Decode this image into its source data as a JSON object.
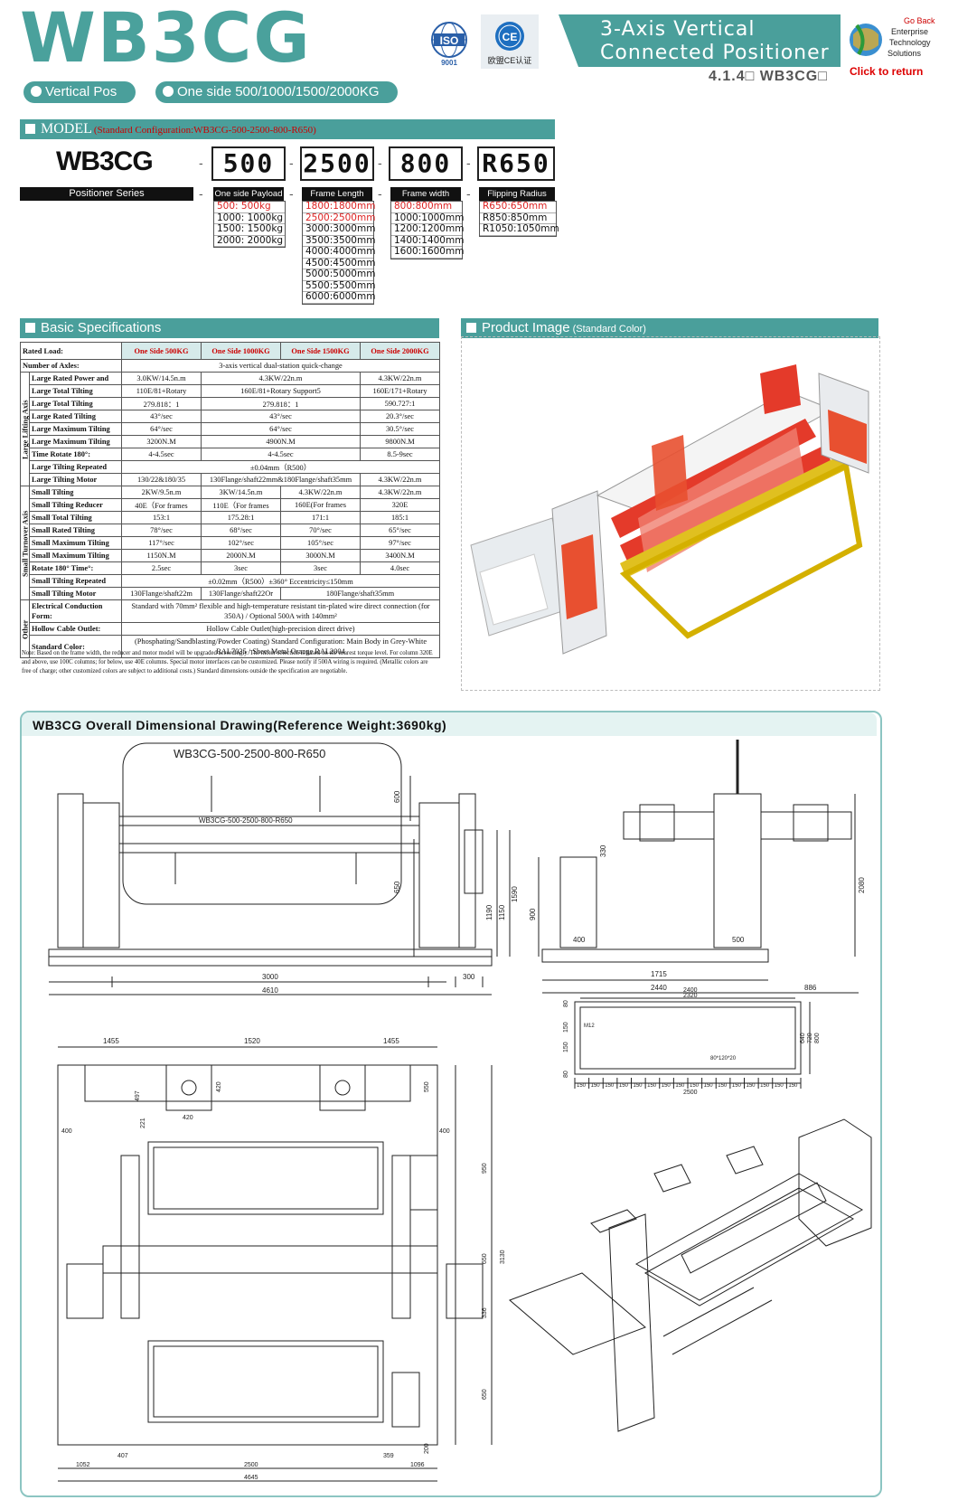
{
  "header": {
    "brand": "WB3CG",
    "pill_1": "Vertical Pos",
    "pill_2": "One side 500/1000/1500/2000KG",
    "iso_label": "ISO",
    "iso_number": "9001",
    "ce_label": "欧盟CE认证",
    "title_line_1": "3-Axis Vertical",
    "title_line_2": "Connected Positioner",
    "subtitle": "4.1.4□ WB3CG□",
    "logo_lines": [
      "Go Back",
      "Enterprise",
      "Technology",
      "Solutions"
    ],
    "return_link": "Click to return"
  },
  "model": {
    "section_label": "MODEL",
    "section_note": "(Standard Configuration:WB3CG-500-2500-800-R650)",
    "series_name": "WB3CG",
    "series_caption": "Positioner Series",
    "codes": [
      {
        "value": "500",
        "caption": "One side Payload",
        "options": [
          "500: 500kg",
          "1000: 1000kg",
          "1500: 1500kg",
          "2000: 2000kg"
        ],
        "selected": 0
      },
      {
        "value": "2500",
        "caption": "Frame Length",
        "options": [
          "1800:1800mm",
          "2500:2500mm",
          "3000:3000mm",
          "3500:3500mm",
          "4000:4000mm",
          "4500:4500mm",
          "5000:5000mm",
          "5500:5500mm",
          "6000:6000mm"
        ],
        "selected": 1
      },
      {
        "value": "800",
        "caption": "Frame width",
        "options": [
          "800:800mm",
          "1000:1000mm",
          "1200:1200mm",
          "1400:1400mm",
          "1600:1600mm"
        ],
        "selected": 0
      },
      {
        "value": "R650",
        "caption": "Flipping Radius",
        "options": [
          "R650:650mm",
          "R850:850mm",
          "R1050:1050mm"
        ],
        "selected": 0
      }
    ]
  },
  "specs": {
    "section_label": "Basic Specifications",
    "header": [
      "Rated Load:",
      "One Side 500KG",
      "One Side 1000KG",
      "One Side 1500KG",
      "One Side 2000KG"
    ],
    "axes_label": "Number of Axles:",
    "axes_value": "3-axis vertical dual-station quick-change",
    "group_large": "Large Lifting Axis",
    "group_small": "Small Turnover Axis",
    "group_other": "Other",
    "large_rows": [
      {
        "label": "Large Rated Power and",
        "cells": [
          "3.0KW/14.5n.m",
          "4.3KW/22n.m",
          "4.3KW/22n.m"
        ],
        "spans": [
          1,
          2,
          1
        ]
      },
      {
        "label": "Large Total Tilting",
        "cells": [
          "110E/81+Rotary",
          "160E/81+Rotary Support5",
          "160E/171+Rotary"
        ],
        "spans": [
          1,
          2,
          1
        ]
      },
      {
        "label": "Large Total Tilting",
        "cells": [
          "279.818：1",
          "279.818：1",
          "590.727:1"
        ],
        "spans": [
          1,
          2,
          1
        ]
      },
      {
        "label": "Large Rated Tilting",
        "cells": [
          "43°/sec",
          "43°/sec",
          "20.3°/sec"
        ],
        "spans": [
          1,
          2,
          1
        ]
      },
      {
        "label": "Large Maximum Tilting",
        "cells": [
          "64°/sec",
          "64°/sec",
          "30.5°/sec"
        ],
        "spans": [
          1,
          2,
          1
        ]
      },
      {
        "label": "Large Maximum Tilting",
        "cells": [
          "3200N.M",
          "4900N.M",
          "9800N.M"
        ],
        "spans": [
          1,
          2,
          1
        ]
      },
      {
        "label": "Time Rotate 180°:",
        "cells": [
          "4-4.5sec",
          "4-4.5sec",
          "8.5-9sec"
        ],
        "spans": [
          1,
          2,
          1
        ]
      },
      {
        "label": "Large Tilting Repeated",
        "cells": [
          "±0.04mm（R500）"
        ],
        "spans": [
          4
        ]
      },
      {
        "label": "Large Tilting Motor",
        "cells": [
          "130/22&180/35",
          "130Flange/shaft22mm&180Flange/shaft35mm",
          "4.3KW/22n.m"
        ],
        "spans": [
          1,
          2,
          1
        ]
      }
    ],
    "small_rows": [
      {
        "label": "Small Tilting",
        "cells": [
          "2KW/9.5n.m",
          "3KW/14.5n.m",
          "4.3KW/22n.m",
          "4.3KW/22n.m"
        ],
        "spans": [
          1,
          1,
          1,
          1
        ]
      },
      {
        "label": "Small Tilting Reducer",
        "cells": [
          "40E（For frames",
          "110E（For frames",
          "160E(For frames",
          "320E"
        ],
        "spans": [
          1,
          1,
          1,
          1
        ]
      },
      {
        "label": "Small Total Tilting",
        "cells": [
          "153:1",
          "175.28:1",
          "171:1",
          "185:1"
        ],
        "spans": [
          1,
          1,
          1,
          1
        ]
      },
      {
        "label": "Small Rated Tilting",
        "cells": [
          "78°/sec",
          "68°/sec",
          "70°/sec",
          "65°/sec"
        ],
        "spans": [
          1,
          1,
          1,
          1
        ]
      },
      {
        "label": "Small Maximum Tilting",
        "cells": [
          "117°/sec",
          "102°/sec",
          "105°/sec",
          "97°/sec"
        ],
        "spans": [
          1,
          1,
          1,
          1
        ]
      },
      {
        "label": "Small Maximum Tilting",
        "cells": [
          "1150N.M",
          "2000N.M",
          "3000N.M",
          "3400N.M"
        ],
        "spans": [
          1,
          1,
          1,
          1
        ]
      },
      {
        "label": "Rotate 180° Time°:",
        "cells": [
          "2.5sec",
          "3sec",
          "3sec",
          "4.0sec"
        ],
        "spans": [
          1,
          1,
          1,
          1
        ]
      },
      {
        "label": "Small Tilting Repeated",
        "cells": [
          "±0.02mm（R500）±360° Eccentricity≤150mm"
        ],
        "spans": [
          4
        ]
      },
      {
        "label": "Small Tilting Motor",
        "cells": [
          "130Flange/shaft22m",
          "130Flange/shaft22Or",
          "180Flange/shaft35mm"
        ],
        "spans": [
          1,
          1,
          2
        ]
      }
    ],
    "other_rows": [
      {
        "label": "Electrical Conduction Form:",
        "value": "Standard with 70mm² flexible and high-temperature resistant tin-plated wire direct connection (for 350A) / Optional 500A with 140mm²"
      },
      {
        "label": "Hollow Cable Outlet:",
        "value": "Hollow Cable Outlet(high-precision direct drive)"
      },
      {
        "label": "Standard Color:",
        "value": "(Phosphating/Sandblasting/Powder Coating) Standard Configuration: Main Body in Grey-White RAL7035 / Sheet Metal Orange RAL2004"
      }
    ],
    "note": "Note: Based on the frame width, the reducer and motor model will be upgraded accordingly. The motor selection is based on the nearest torque level. For column 320E and above, use 100C columns; for below, use 40E columns. Special motor interfaces can be customized. Please notify if 500A wiring is required. (Metallic colors are free of charge; other customized colors are subject to additional costs.) Standard dimensions outside the specification are negotiable."
  },
  "product_image": {
    "section_label": "Product Image",
    "section_note": "(Standard Color)"
  },
  "drawing": {
    "title": "WB3CG Overall Dimensional Drawing(Reference Weight:3690kg)",
    "model_label": "WB3CG-500-2500-800-R650",
    "model_label_small": "WB3CG-500-2500-800-R650",
    "front_dims": [
      "600",
      "650",
      "1190",
      "1150",
      "1590",
      "3000",
      "4610",
      "300"
    ],
    "side_dims": [
      "330",
      "900",
      "400",
      "500",
      "2080",
      "1715",
      "2440",
      "886"
    ],
    "frame_dims": [
      "2400",
      "2320",
      "80",
      "150",
      "150",
      "640",
      "720",
      "800",
      "80",
      "M12",
      "80*120*20",
      "2500"
    ],
    "frame_pitch": "150",
    "plan_dims": [
      "1455",
      "1520",
      "1455",
      "497",
      "420",
      "420",
      "550",
      "221",
      "400",
      "400",
      "950",
      "3130",
      "650",
      "336",
      "650",
      "200",
      "359",
      "407",
      "1052",
      "2500",
      "1096",
      "4645"
    ]
  },
  "colors": {
    "accent": "#4a9f9b",
    "highlight": "#dd2222"
  }
}
